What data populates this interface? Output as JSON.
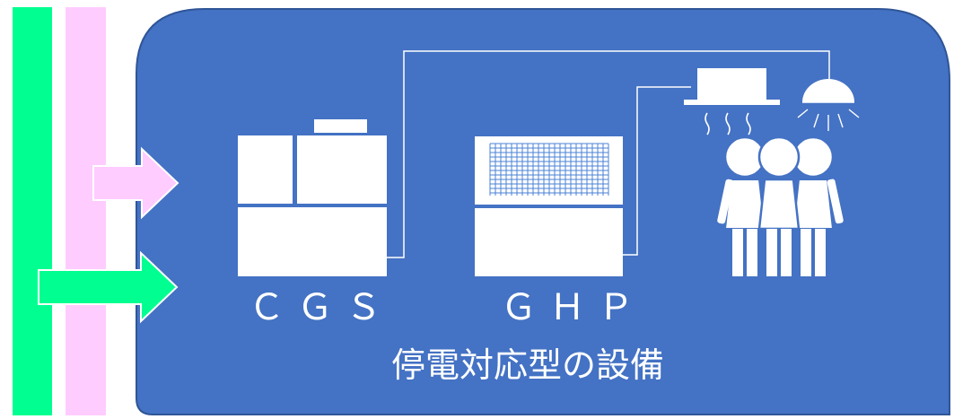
{
  "labels": {
    "cgs": "ＣＧＳ",
    "ghp": "ＧＨＰ",
    "caption": "停電対応型の設備"
  },
  "colors": {
    "panel": "#4472c4",
    "panel_border": "#2f5597",
    "gas_line": "#00ff90",
    "power_line": "#ffccff",
    "equipment": "#ffffff",
    "grille": "#4a82d6"
  },
  "icons": {
    "cgs_unit": "cogeneration-unit-icon",
    "ghp_unit": "gas-heat-pump-icon",
    "ac_unit": "ceiling-air-conditioner-icon",
    "lamp": "ceiling-lamp-icon",
    "people": "people-group-icon"
  }
}
